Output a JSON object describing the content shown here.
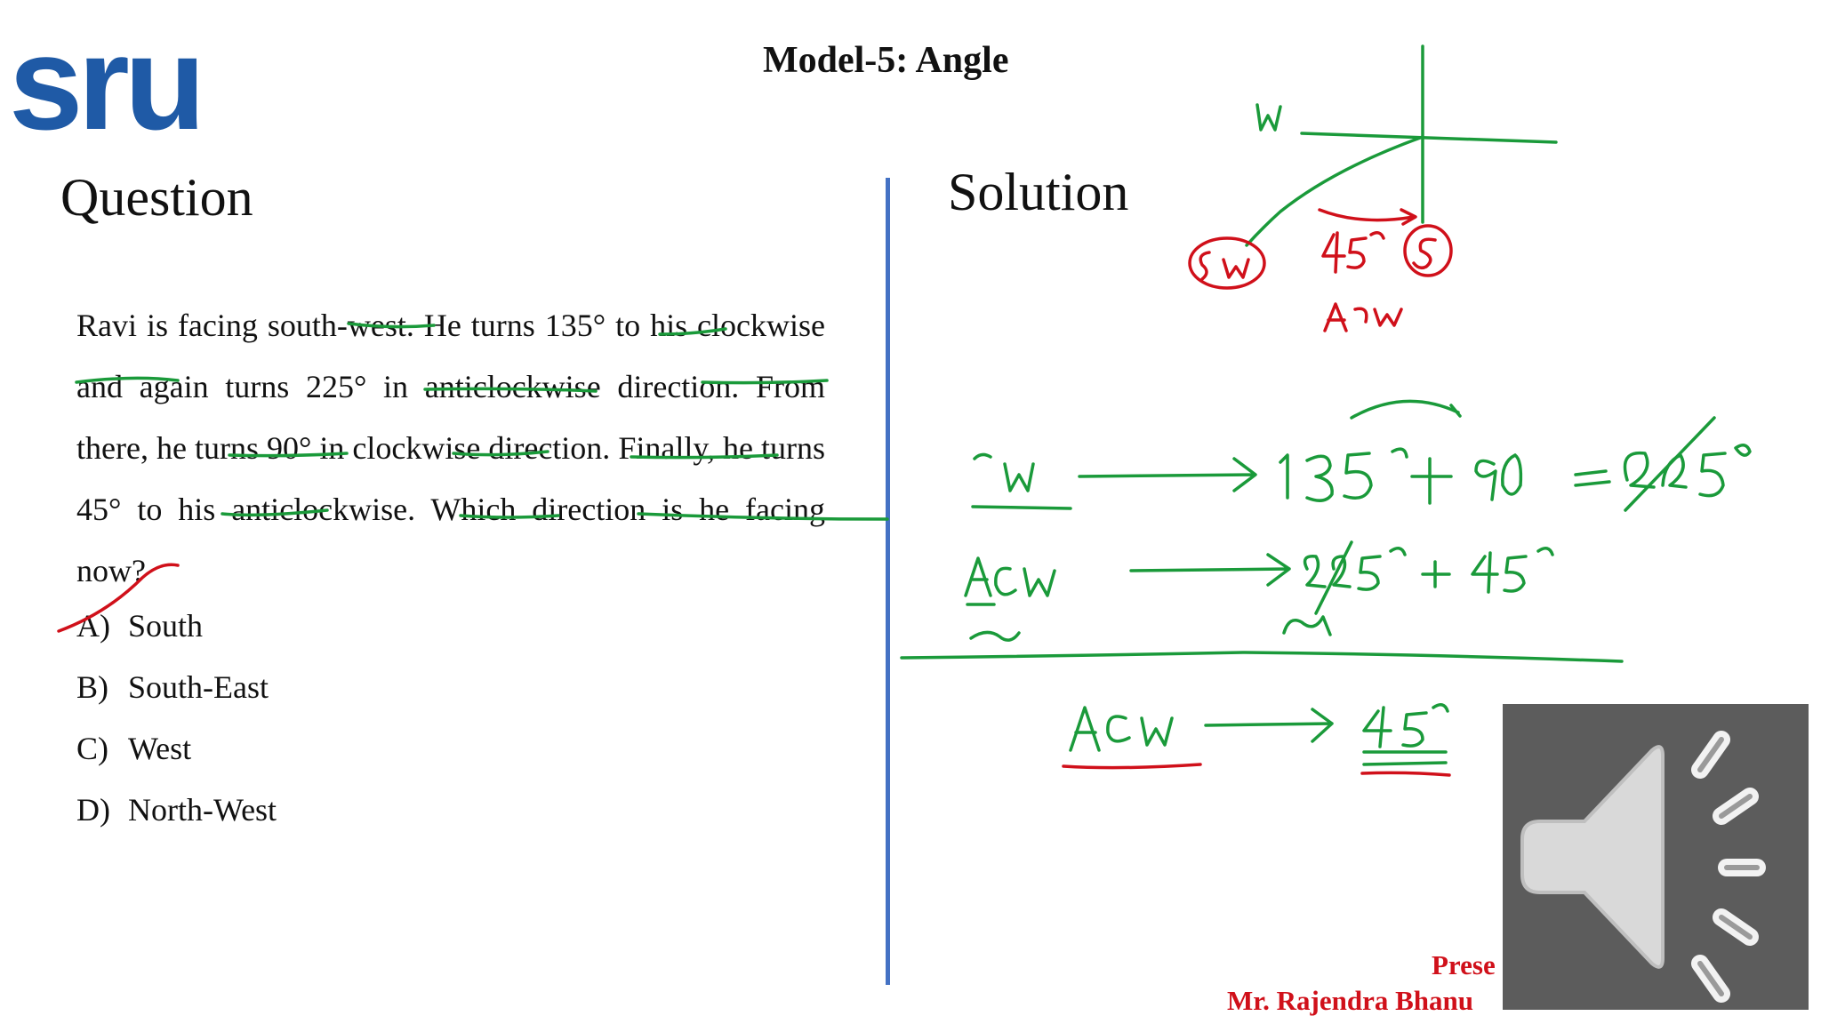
{
  "logo": {
    "text": "sru"
  },
  "header": {
    "title": "Model-5: Angle"
  },
  "question": {
    "heading": "Question",
    "text": "Ravi is facing south-west. He turns 135° to his clockwise and again turns 225° in anticlockwise direction. From there, he turns 90° in clockwise direction. Finally, he turns 45° to his anticlockwise. Which direction is he facing now?",
    "options": [
      {
        "letter": "A)",
        "text": "South"
      },
      {
        "letter": "B)",
        "text": "South-East"
      },
      {
        "letter": "C)",
        "text": "West"
      },
      {
        "letter": "D)",
        "text": "North-West"
      }
    ]
  },
  "solution": {
    "heading": "Solution"
  },
  "presenter": {
    "line1": "Prese",
    "line2": "Mr. Rajendra Bhanu"
  },
  "colors": {
    "accent": "#1f5aa6",
    "divider": "#4472c4",
    "ink_green": "#1a9a3a",
    "ink_red": "#d0101a"
  },
  "audio": {
    "icon": "speaker-icon"
  }
}
